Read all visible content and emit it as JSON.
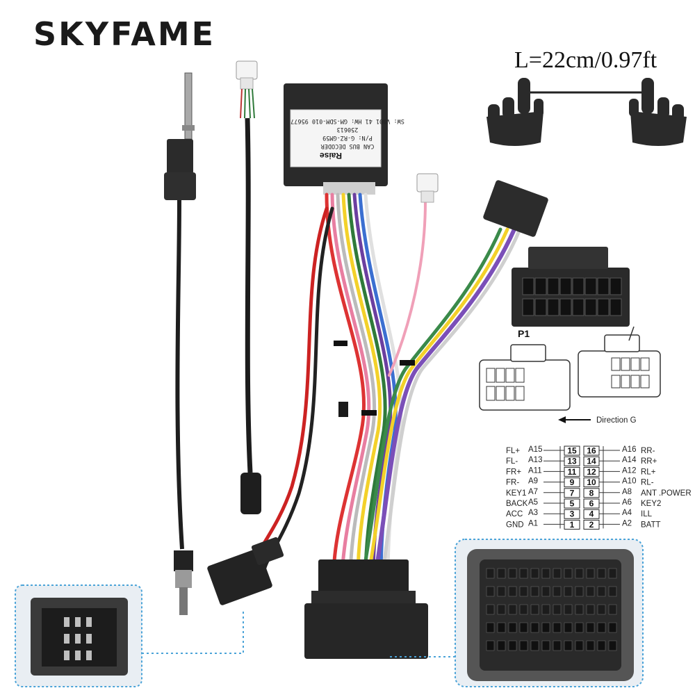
{
  "brand": "SKYFAME",
  "length_label": "L=22cm/0.97ft",
  "decoder_label": {
    "brand": "Raise",
    "title": "CAN BUS DECODER",
    "part_number": "P/N: G-RZ-GM59",
    "lot": "250613",
    "software": "SW: V001  41  HW: GM-SDM-010  95677"
  },
  "pinout": {
    "connector": "P1",
    "direction": "Direction G",
    "left": [
      {
        "label": "FL+",
        "pin": "A15",
        "num": "15"
      },
      {
        "label": "FL-",
        "pin": "A13",
        "num": "13"
      },
      {
        "label": "FR+",
        "pin": "A11",
        "num": "11"
      },
      {
        "label": "FR-",
        "pin": "A9",
        "num": "9"
      },
      {
        "label": "KEY1",
        "pin": "A7",
        "num": "7"
      },
      {
        "label": "BACK",
        "pin": "A5",
        "num": "5"
      },
      {
        "label": "ACC",
        "pin": "A3",
        "num": "3"
      },
      {
        "label": "GND",
        "pin": "A1",
        "num": "1"
      }
    ],
    "right": [
      {
        "label": "RR-",
        "pin": "A16",
        "num": "16"
      },
      {
        "label": "RR+",
        "pin": "A14",
        "num": "14"
      },
      {
        "label": "RL+",
        "pin": "A12",
        "num": "12"
      },
      {
        "label": "RL-",
        "pin": "A10",
        "num": "10"
      },
      {
        "label": "ANT .POWER",
        "pin": "A8",
        "num": "8"
      },
      {
        "label": "KEY2",
        "pin": "A6",
        "num": "6"
      },
      {
        "label": "ILL",
        "pin": "A4",
        "num": "4"
      },
      {
        "label": "BATT",
        "pin": "A2",
        "num": "2"
      }
    ]
  },
  "colors": {
    "connector_body": "#2b2b2b",
    "inset_border": "#4aa3d8",
    "inset_bg": "#e9eef3"
  }
}
